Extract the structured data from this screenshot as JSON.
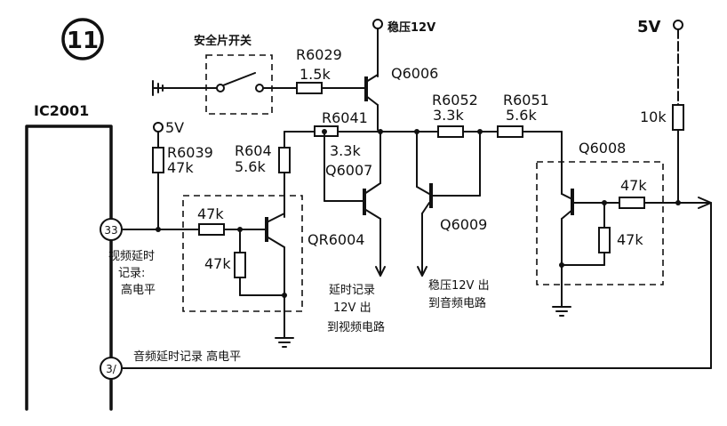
{
  "figure_number": "11",
  "ic": {
    "name": "IC2001",
    "pin_33": "33",
    "pin_31": "3/"
  },
  "supplies": {
    "v12": "稳压12V",
    "v5_top": "5V",
    "v5_left": "5V"
  },
  "safety_switch": {
    "label": "安全片开关"
  },
  "resistors": {
    "r6029": {
      "name": "R6029",
      "value": "1.5k"
    },
    "r6041": {
      "name": "R6041",
      "value": "3.3k"
    },
    "r6052": {
      "name": "R6052",
      "value": "3.3k"
    },
    "r6051": {
      "name": "R6051",
      "value": "5.6k"
    },
    "r6039": {
      "name": "R6039",
      "value": "47k"
    },
    "r604x": {
      "name": "R604",
      "value": "5.6k"
    },
    "r_10k": {
      "value": "10k"
    },
    "r_qr_base": {
      "value": "47k"
    },
    "r_qr_be": {
      "value": "47k"
    },
    "r_q8_base": {
      "value": "47k"
    },
    "r_q8_be": {
      "value": "47k"
    }
  },
  "transistors": {
    "q6006": "Q6006",
    "q6007": "Q6007",
    "q6009": "Q6009",
    "q6008": "Q6008",
    "qr6004": "QR6004"
  },
  "notes": {
    "video_delay_1": "视频延时",
    "video_delay_2": "记录:",
    "video_delay_3": "高电平",
    "delay_out_1": "延时记录",
    "delay_out_2": "12V 出",
    "delay_out_3": "到视频电路",
    "stab_out_1": "稳压12V 出",
    "stab_out_2": "到音频电路",
    "audio_delay": "音频延时记录  高电平"
  }
}
